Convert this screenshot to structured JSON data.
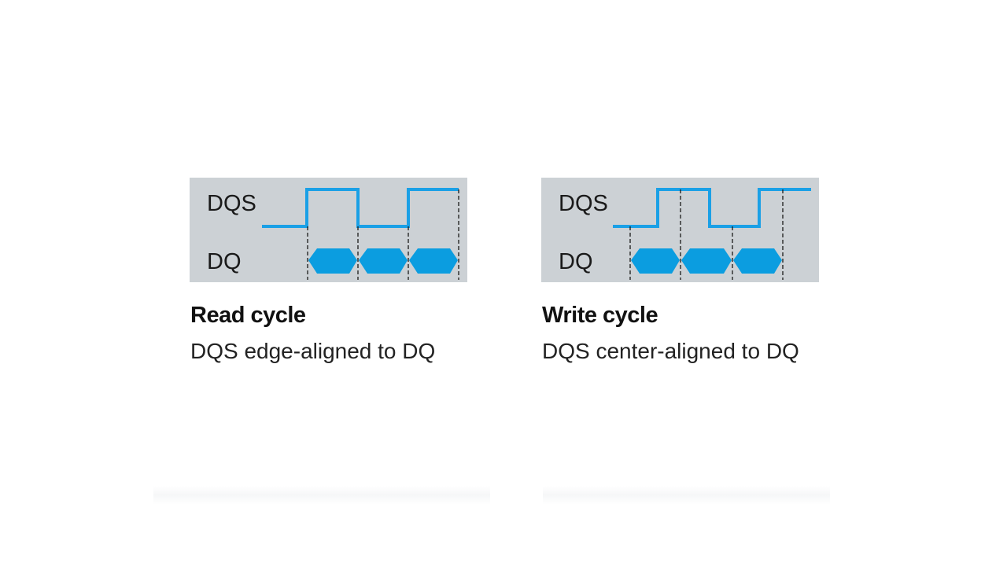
{
  "colors": {
    "panel_bg": "#ccd1d5",
    "signal": "#1aa0e6",
    "data_eye": "#0b9de0",
    "marker": "#1a1a1a"
  },
  "diagrams": {
    "read": {
      "dqs_label": "DQS",
      "dq_label": "DQ",
      "title": "Read cycle",
      "subtitle": "DQS edge-aligned to DQ"
    },
    "write": {
      "dqs_label": "DQS",
      "dq_label": "DQ",
      "title": "Write cycle",
      "subtitle": "DQS center-aligned to DQ"
    }
  }
}
